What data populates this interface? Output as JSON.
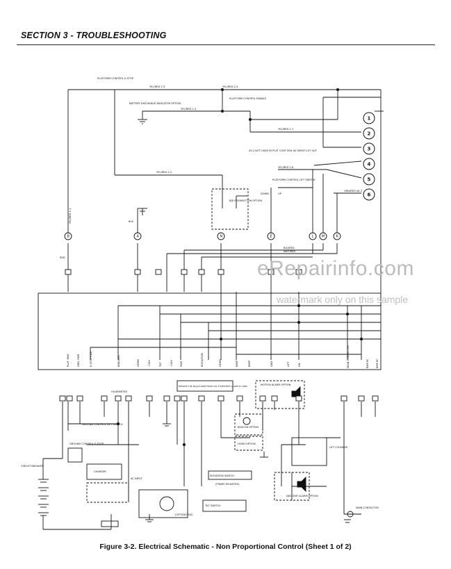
{
  "header": {
    "section_title": "SECTION 3 - TROUBLESHOOTING"
  },
  "caption": {
    "text": "Figure 3-2.  Electrical Schematic - Non Proportional Control (Sheet 1 of 2)"
  },
  "watermark": {
    "main": "eRepairinfo.com",
    "sub": "watermark only on this sample"
  },
  "connector": {
    "numbers": [
      "1",
      "2",
      "3",
      "4",
      "5",
      "6"
    ]
  },
  "connector_letters": [
    "B",
    "A",
    "N",
    "E",
    "L",
    "M",
    "K"
  ],
  "labels": {
    "platform_control_estop": "PLATFORM CONTROL E-STOP",
    "battery_charge_indicator": "BATTERY DISCHARGE INDICATOR OPTION",
    "platform_enable": "PLATFORM CONTROL ENABLE",
    "yel_red_23_a": "YEL/RED 2-3",
    "yel_red_23_b": "YEL/RED 2-3",
    "yel_red_23_c": "YEL/RED 2-3",
    "yel_red_27": "YEL/RED 2-7",
    "yel_red_26": "YEL/RED 2-6",
    "yel_red_22": "YEL/RED 2-2",
    "note_49": "49-2 NOT USED IN PLAT CONT BOX W/ DRIVE CUT OUT",
    "platform_lift_switch": "PLATFORM CONTROL LIFT SWITCH",
    "down": "DOWN",
    "up": "UP",
    "bdi_pushbutton": "BDI PUSHBUTTON OPTION",
    "grn_red_493": "GRN/RED 49-3",
    "yel_red_21": "YEL/RED 2-1",
    "blk": "BLK",
    "red": "RED",
    "blu_red": "BLU/RED",
    "wht_red": "WHT/RED",
    "hourmeter": "HOURMETER",
    "motion_alarm": "MOTION ALARM OPTION",
    "beacon_option": "BEACON OPTION",
    "horn_option": "HORN OPTION",
    "ground_control_lift": "GROUND CONTROL LIFT SWITCH",
    "ground_control_estop": "GROUND CONTROL E-STOP",
    "circuit_breaker": "CIRCUIT BREAKER",
    "charger": "CHARGER",
    "ac_input": "AC INPUT",
    "lift_cylinder": "LIFT CYLINDER",
    "descent_alarm": "DESCENT ALARM OPTION",
    "main_contactor": "MAIN CONTACTOR",
    "elevation_switch": "ELEVATION SWITCH",
    "tilt_switch": "TILT SWITCH",
    "option_box": "(OPTION BOX)",
    "frame_mounted": "(FRAME MOUNTED)",
    "note_remove": "REMOVE THE BLACK WIRE FROM 1P1 IF DESCENT ALARM IS USED",
    "bus_labels": [
      "PLAT. PWR",
      "GRD. PWR",
      "E-STOP PWR",
      "BREAKER",
      "HORN",
      "+24V",
      "TILT",
      "+24V",
      "PWR",
      "ELEVATION",
      "HORN",
      "BEEP",
      "BEEP",
      "GND",
      "LIFT",
      "DN",
      "MAIN CONTACTOR",
      "BMP RC",
      "BMP RC"
    ]
  }
}
